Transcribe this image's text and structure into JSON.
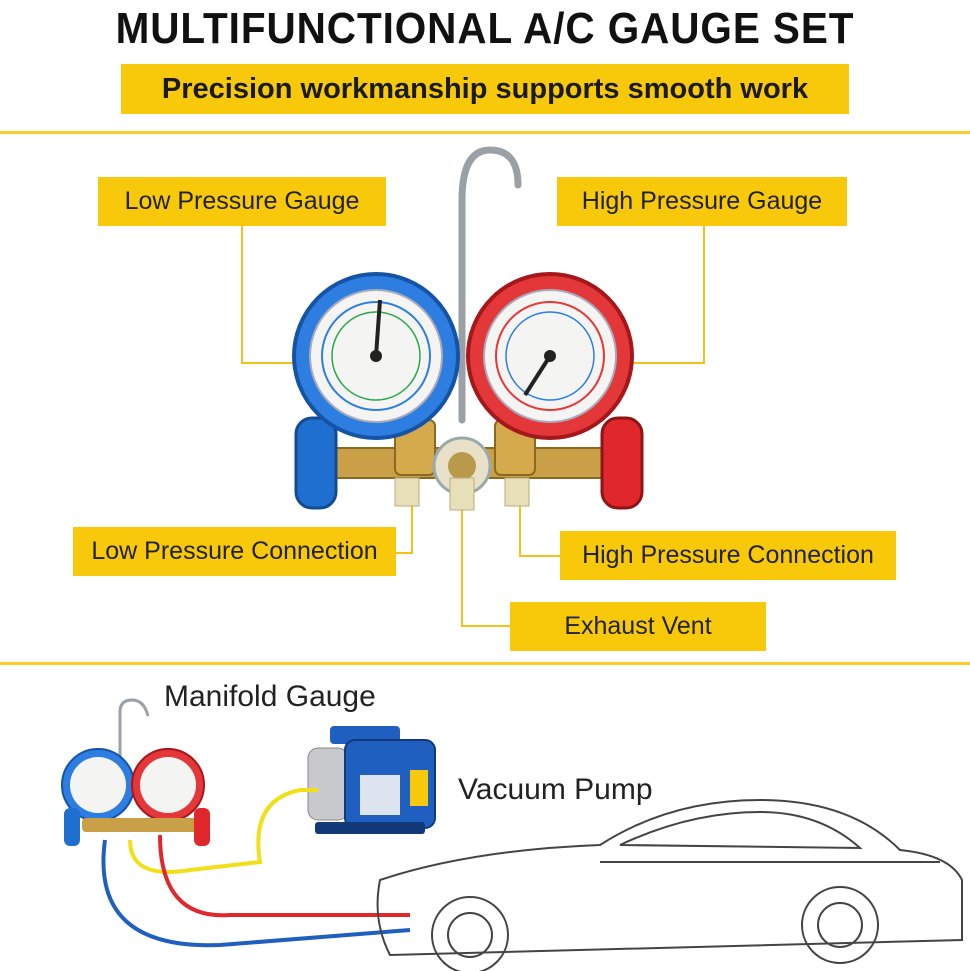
{
  "header": {
    "title": "MULTIFUNCTIONAL A/C GAUGE SET",
    "subtitle": "Precision workmanship supports smooth work"
  },
  "callouts": {
    "low_gauge": "Low Pressure Gauge",
    "high_gauge": "High Pressure Gauge",
    "low_connection": "Low Pressure Connection",
    "high_connection": "High Pressure Connection",
    "exhaust": "Exhaust Vent"
  },
  "diagram": {
    "manifold_label": "Manifold Gauge",
    "pump_label": "Vacuum Pump"
  },
  "colors": {
    "accent": "#f7c90a",
    "low_side": "#1f6fd1",
    "high_side": "#e0272b"
  }
}
